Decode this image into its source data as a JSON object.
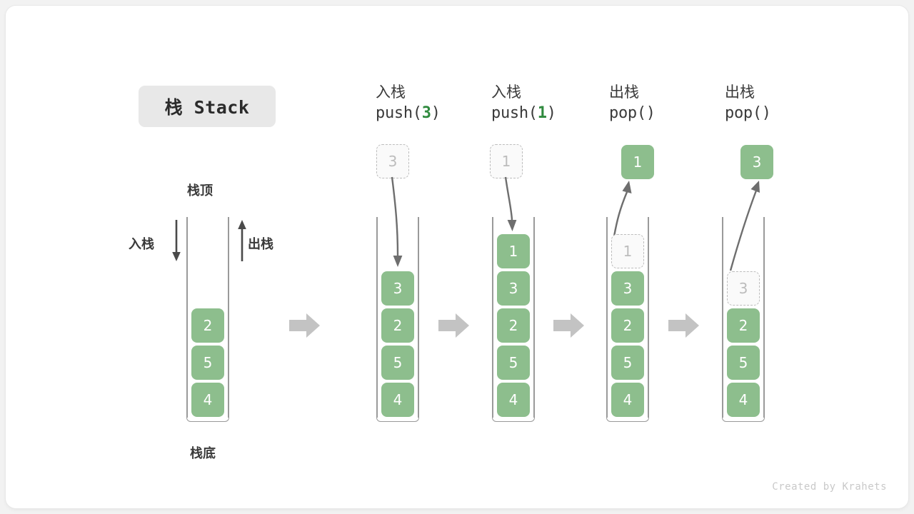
{
  "title": {
    "text": "栈 Stack"
  },
  "legend": {
    "top_label": "栈顶",
    "bottom_label": "栈底",
    "push_label": "入栈",
    "pop_label": "出栈"
  },
  "footer": {
    "text": "Created by Krahets"
  },
  "colors": {
    "cell_green": "#8dbe8d",
    "code_green": "#2f8a3e",
    "ghost_border": "#bdbdbd",
    "arrow_gray": "#6e6e6e",
    "transition_arrow_gray": "#c3c3c3",
    "badge_gray": "#e8e8e8",
    "card_white": "#ffffff",
    "page_gray": "#f2f2f2"
  },
  "steps": [
    {
      "id": "initial",
      "header_cn": "",
      "header_code": "",
      "code_prefix": "",
      "code_arg": "",
      "code_suffix": "",
      "float_box": null,
      "cells_top_to_bottom": [
        "2",
        "5",
        "4"
      ],
      "ghost_top": null
    },
    {
      "id": "push-3",
      "header_cn": "入栈",
      "code_prefix": "push(",
      "code_arg": "3",
      "code_suffix": ")",
      "float_box": {
        "value": "3",
        "style": "ghost"
      },
      "arrow_direction": "down",
      "cells_top_to_bottom": [
        "3",
        "2",
        "5",
        "4"
      ],
      "ghost_top": null
    },
    {
      "id": "push-1",
      "header_cn": "入栈",
      "code_prefix": "push(",
      "code_arg": "1",
      "code_suffix": ")",
      "float_box": {
        "value": "1",
        "style": "ghost"
      },
      "arrow_direction": "down",
      "cells_top_to_bottom": [
        "1",
        "3",
        "2",
        "5",
        "4"
      ],
      "ghost_top": null
    },
    {
      "id": "pop-1",
      "header_cn": "出栈",
      "code_prefix": "pop(",
      "code_arg": "",
      "code_suffix": ")",
      "float_box": {
        "value": "1",
        "style": "solid"
      },
      "arrow_direction": "up",
      "cells_top_to_bottom": [
        "3",
        "2",
        "5",
        "4"
      ],
      "ghost_top": "1"
    },
    {
      "id": "pop-3",
      "header_cn": "出栈",
      "code_prefix": "pop(",
      "code_arg": "",
      "code_suffix": ")",
      "float_box": {
        "value": "3",
        "style": "solid"
      },
      "arrow_direction": "up",
      "cells_top_to_bottom": [
        "2",
        "5",
        "4"
      ],
      "ghost_top": "3"
    }
  ]
}
